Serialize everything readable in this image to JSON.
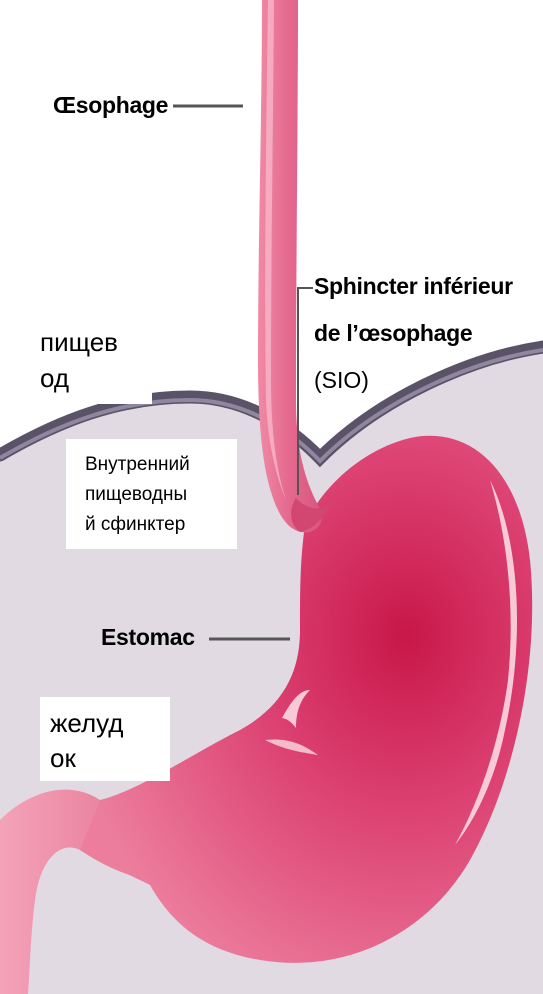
{
  "labels": {
    "esophagus": "Œsophage",
    "sphincter_line1": "Sphincter inférieur",
    "sphincter_line2": "de l’œsophage",
    "sphincter_abbr": "(SIO)",
    "stomach": "Estomac"
  },
  "overlays": {
    "esophagus_ru_line1": "пищев",
    "esophagus_ru_line2": "од",
    "sphincter_ru_line1": "Внутренний",
    "sphincter_ru_line2": "пищеводны",
    "sphincter_ru_line3": "й сфинктер",
    "stomach_ru_line1": "желуд",
    "stomach_ru_line2": "ок"
  },
  "colors": {
    "background": "#e1dae3",
    "diaphragm": "#5a5266",
    "organ_pink": "#e55c84",
    "organ_deep": "#cc1f4c",
    "highlight": "#fbd9e2"
  }
}
